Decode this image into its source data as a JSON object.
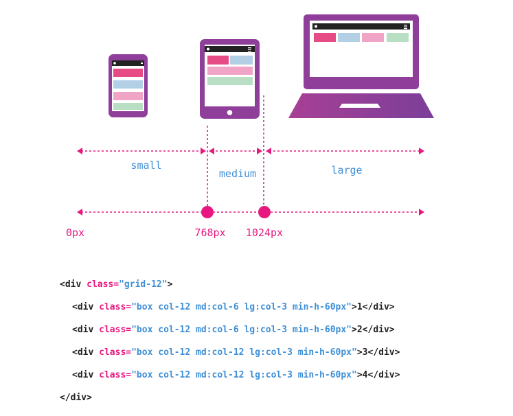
{
  "breakpoints": {
    "zones": [
      "small",
      "medium",
      "large"
    ],
    "marks": [
      "0px",
      "768px",
      "1024px"
    ]
  },
  "code": {
    "open_tag": "<div ",
    "attr": "class=",
    "outer_value": "\"grid-12\"",
    "outer_close": ">",
    "rows": [
      {
        "value": "\"box col-12 md:col-6 lg:col-3 min-h-60px\"",
        "content": ">1</div>"
      },
      {
        "value": "\"box col-12 md:col-6 lg:col-3 min-h-60px\"",
        "content": ">2</div>"
      },
      {
        "value": "\"box col-12 md:col-12 lg:col-3 min-h-60px\"",
        "content": ">3</div>"
      },
      {
        "value": "\"box col-12 md:col-12 lg:col-3 min-h-60px\"",
        "content": ">4</div>"
      }
    ],
    "close_tag": "</div>"
  },
  "colors": {
    "purple": "#8f3f9a",
    "pink": "#e8177f",
    "blue_text": "#3f8fd6",
    "box_pink": "#e74b86",
    "box_blue": "#b3cfe6",
    "box_light_pink": "#f0a5c6",
    "box_green": "#b8dfc4"
  }
}
